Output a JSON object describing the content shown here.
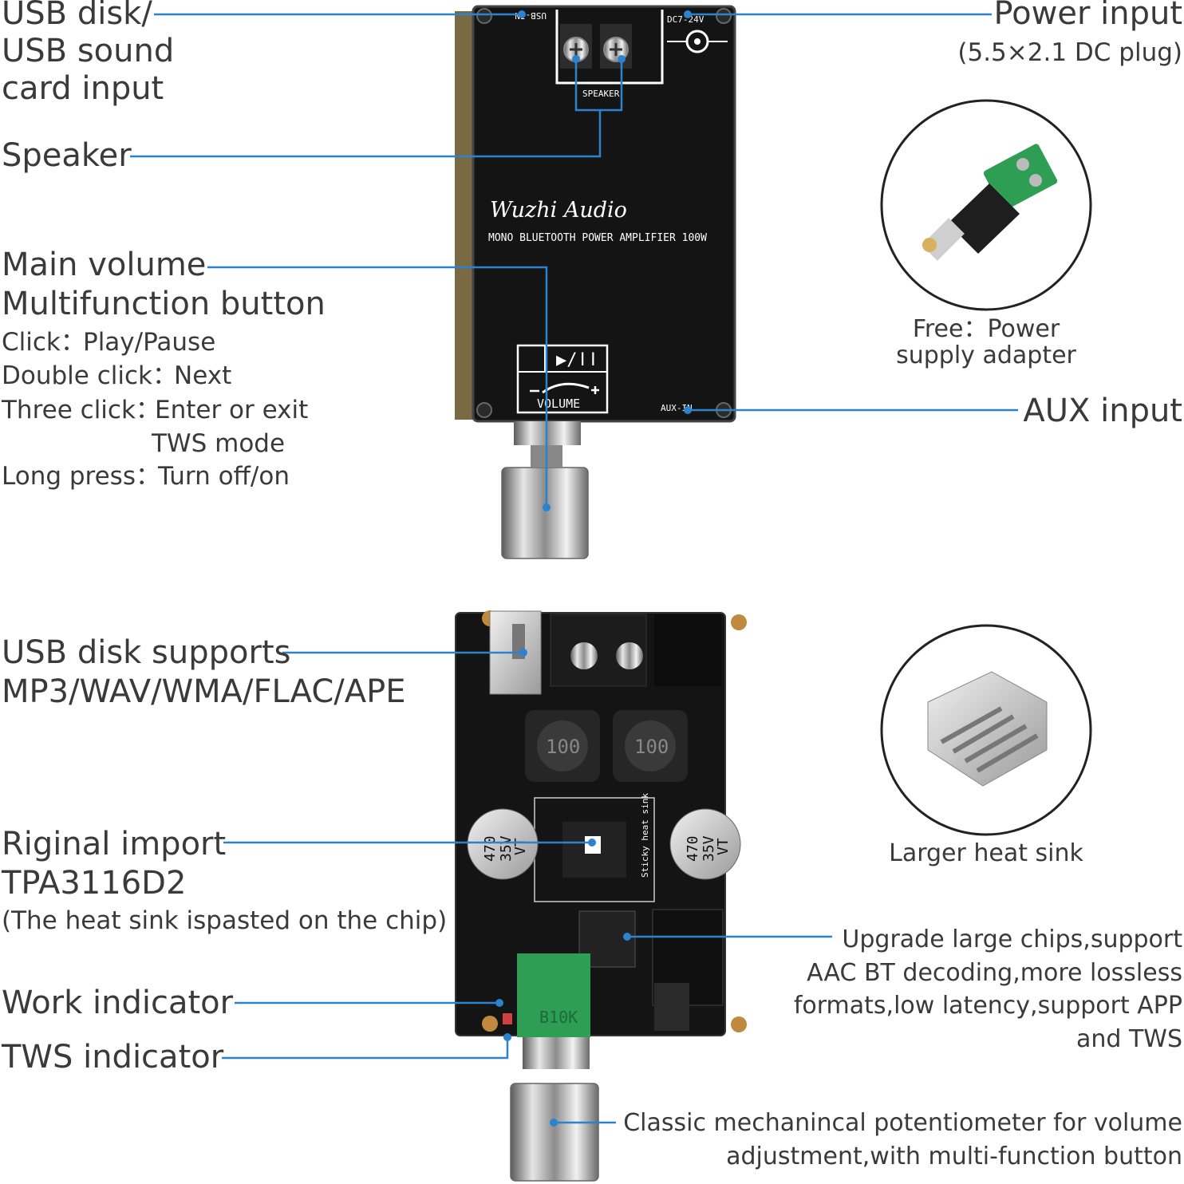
{
  "top_left": {
    "usb_input": [
      "USB disk/",
      "USB sound",
      "card input"
    ],
    "speaker": "Speaker",
    "main_volume": "Main volume",
    "multifunction": "Multifunction button",
    "click_label": "Click：",
    "click_value": "Play/Pause",
    "double_label": "Double click：",
    "double_value": "Next",
    "three_label": "Three click：",
    "three_value_1": "Enter or exit",
    "three_value_2": "TWS mode",
    "long_label": "Long press：",
    "long_value": "Turn off/on"
  },
  "top_right": {
    "power_input": "Power input",
    "power_plug": "(5.5×2.1 DC plug)",
    "free_1": "Free：Power",
    "free_2": "supply adapter",
    "aux_input": "AUX input"
  },
  "board_top": {
    "brand": "Wuzhi Audio",
    "model": "MONO BLUETOOTH POWER AMPLIFIER 100W",
    "usb_in": "USB-IN",
    "dc_label": "DC7-24V",
    "speaker_label": "SPEAKER",
    "aux_in": "AUX-IN",
    "volume": "VOLUME"
  },
  "bottom_left": {
    "usb_formats_1": "USB disk supports",
    "usb_formats_2": "MP3/WAV/WMA/FLAC/APE",
    "chip_1": "Riginal import",
    "chip_2": "TPA3116D2",
    "chip_3": "(The heat sink ispasted on the chip)",
    "work": "Work indicator",
    "tws": "TWS indicator"
  },
  "bottom_right": {
    "heatsink": "Larger heat sink",
    "bt_1": "Upgrade large chips,support",
    "bt_2": "AAC BT decoding,more lossless",
    "bt_3": "formats,low latency,support APP",
    "bt_4": "and TWS",
    "pot_1": "Classic mechanincal potentiometer for volume",
    "pot_2": "adjustment,with multi-function button"
  },
  "board_bottom": {
    "inductor_1": "100",
    "inductor_2": "100",
    "cap_1_v": "470",
    "cap_1_w": "35V",
    "cap_1_t": "VT",
    "cap_2_v": "470",
    "cap_2_w": "35V",
    "cap_2_t": "VT",
    "sticky": "Sticky heat sink",
    "pot_label": "B10K"
  },
  "colors": {
    "leader": "#2b82cf",
    "text": "#3a3a3a",
    "pcb": "#141414",
    "terminal_green": "#2f9e55"
  }
}
